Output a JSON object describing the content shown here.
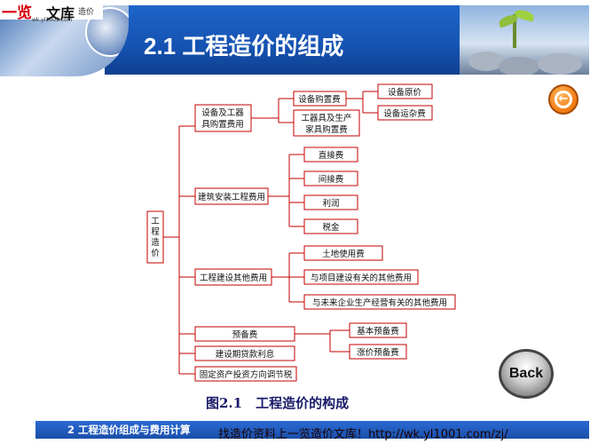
{
  "header": {
    "logo_text": "一览",
    "logo_text2": "文库",
    "logo_sub": "造价",
    "logo_url": "wk.yl1001.com",
    "title": "2.1  工程造价的组成"
  },
  "diagram": {
    "root": "工程造价",
    "branches": {
      "b1": "设备及工器具购置费用",
      "b2": "建筑安装工程费用",
      "b3": "工程建设其他费用",
      "b4": "预备费",
      "b5": "建设期贷款利息",
      "b6": "固定资产投资方向调节税"
    },
    "b1_children": {
      "c1": "设备购置费",
      "c2": "工器具及生产家具购置费",
      "c1a": "设备原价",
      "c1b": "设备运杂费"
    },
    "b2_children": [
      "直接费",
      "间接费",
      "利润",
      "税金"
    ],
    "b3_children": [
      "土地使用费",
      "与项目建设有关的其他费用",
      "与未来企业生产经营有关的其他费用"
    ],
    "b4_children": [
      "基本预备费",
      "涨价预备费"
    ]
  },
  "caption": "图2.1　工程造价的构成",
  "footer": {
    "chapter": "2 工程造价组成与费用计算",
    "link_text": "找造价资料上一览造价文库！http://wk.yl1001.com/zj/"
  },
  "buttons": {
    "back_label": "Back"
  },
  "colors": {
    "line": "#c40000",
    "title_bar": "#1553b2",
    "nav_button": "#f07a10"
  }
}
